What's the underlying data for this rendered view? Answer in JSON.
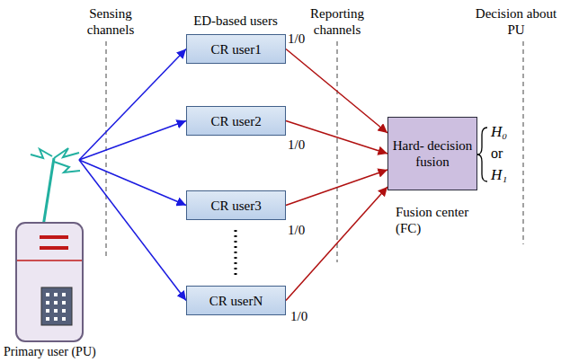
{
  "diagram": {
    "nodes": [
      {
        "text": [
          "Primary user (PU)"
        ]
      },
      {
        "text": [
          "CR user1"
        ]
      },
      {
        "text": [
          "CR user2"
        ]
      },
      {
        "text": [
          "CR user3"
        ]
      },
      {
        "text": [
          "CR userN"
        ]
      },
      {
        "text": [
          "Hard- decision fusion",
          "Fusion center (FC)"
        ]
      }
    ],
    "edges": [
      {
        "from": 0,
        "to": 1,
        "arrow": "to"
      },
      {
        "from": 0,
        "to": 2,
        "arrow": "to"
      },
      {
        "from": 0,
        "to": 3,
        "arrow": "to"
      },
      {
        "from": 0,
        "to": 4,
        "arrow": "to"
      },
      {
        "from": 1,
        "to": 5,
        "arrow": "to"
      },
      {
        "from": 2,
        "to": 5,
        "arrow": "to"
      },
      {
        "from": 3,
        "to": 5,
        "arrow": "to"
      },
      {
        "from": 4,
        "to": 5,
        "arrow": "to"
      }
    ],
    "labels": [
      "Sensing channels",
      "ED-based users",
      "Reporting channels",
      "Decision about PU",
      "1/0",
      "1/0",
      "1/0",
      "1/0",
      "H₀",
      "or",
      "H₁"
    ]
  }
}
